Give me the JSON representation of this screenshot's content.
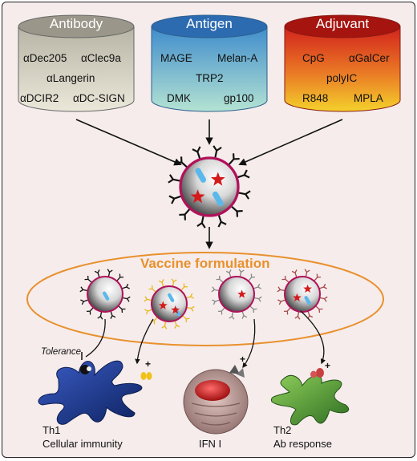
{
  "cylinders": {
    "antibody": {
      "title": "Antibody",
      "items": [
        "αDec205",
        "αClec9a",
        "αLangerin",
        "αDCIR2",
        "αDC-SIGN"
      ],
      "colors": {
        "top": "#9d9d8f",
        "body_top": "#c4c1b2",
        "body_bottom": "#e7e4d6"
      }
    },
    "antigen": {
      "title": "Antigen",
      "items": [
        "MAGE",
        "Melan-A",
        "TRP2",
        "DMK",
        "gp100"
      ],
      "colors": {
        "top": "#2f6fb0",
        "body_top": "#4e9fd6",
        "body_bottom": "#a9ddd4"
      }
    },
    "adjuvant": {
      "title": "Adjuvant",
      "items": [
        "CpG",
        "αGalCer",
        "polyIC",
        "R848",
        "MPLA"
      ],
      "colors": {
        "top": "#a31212",
        "body_top": "#d62f25",
        "body_bottom": "#f2c62b"
      }
    }
  },
  "formulation": {
    "title": "Vaccine formulation",
    "color": "#e8912d"
  },
  "labels": {
    "tolerance": "Tolerance",
    "dc_left_line1": "Th1",
    "dc_left_line2": "Cellular immunity",
    "dc_middle": "IFN I",
    "dc_right_line1": "Th2",
    "dc_right_line2": "Ab response",
    "plus": "+"
  },
  "colors": {
    "background": "#f6ecec",
    "nanoparticle_ring": "#b0125a",
    "star": "#d41a1a",
    "antigen_rod": "#5cb8ea",
    "dc_blue": "#1d3a8f",
    "dc_green": "#4e9a38",
    "ifn_cell": "#c9a7a3"
  }
}
